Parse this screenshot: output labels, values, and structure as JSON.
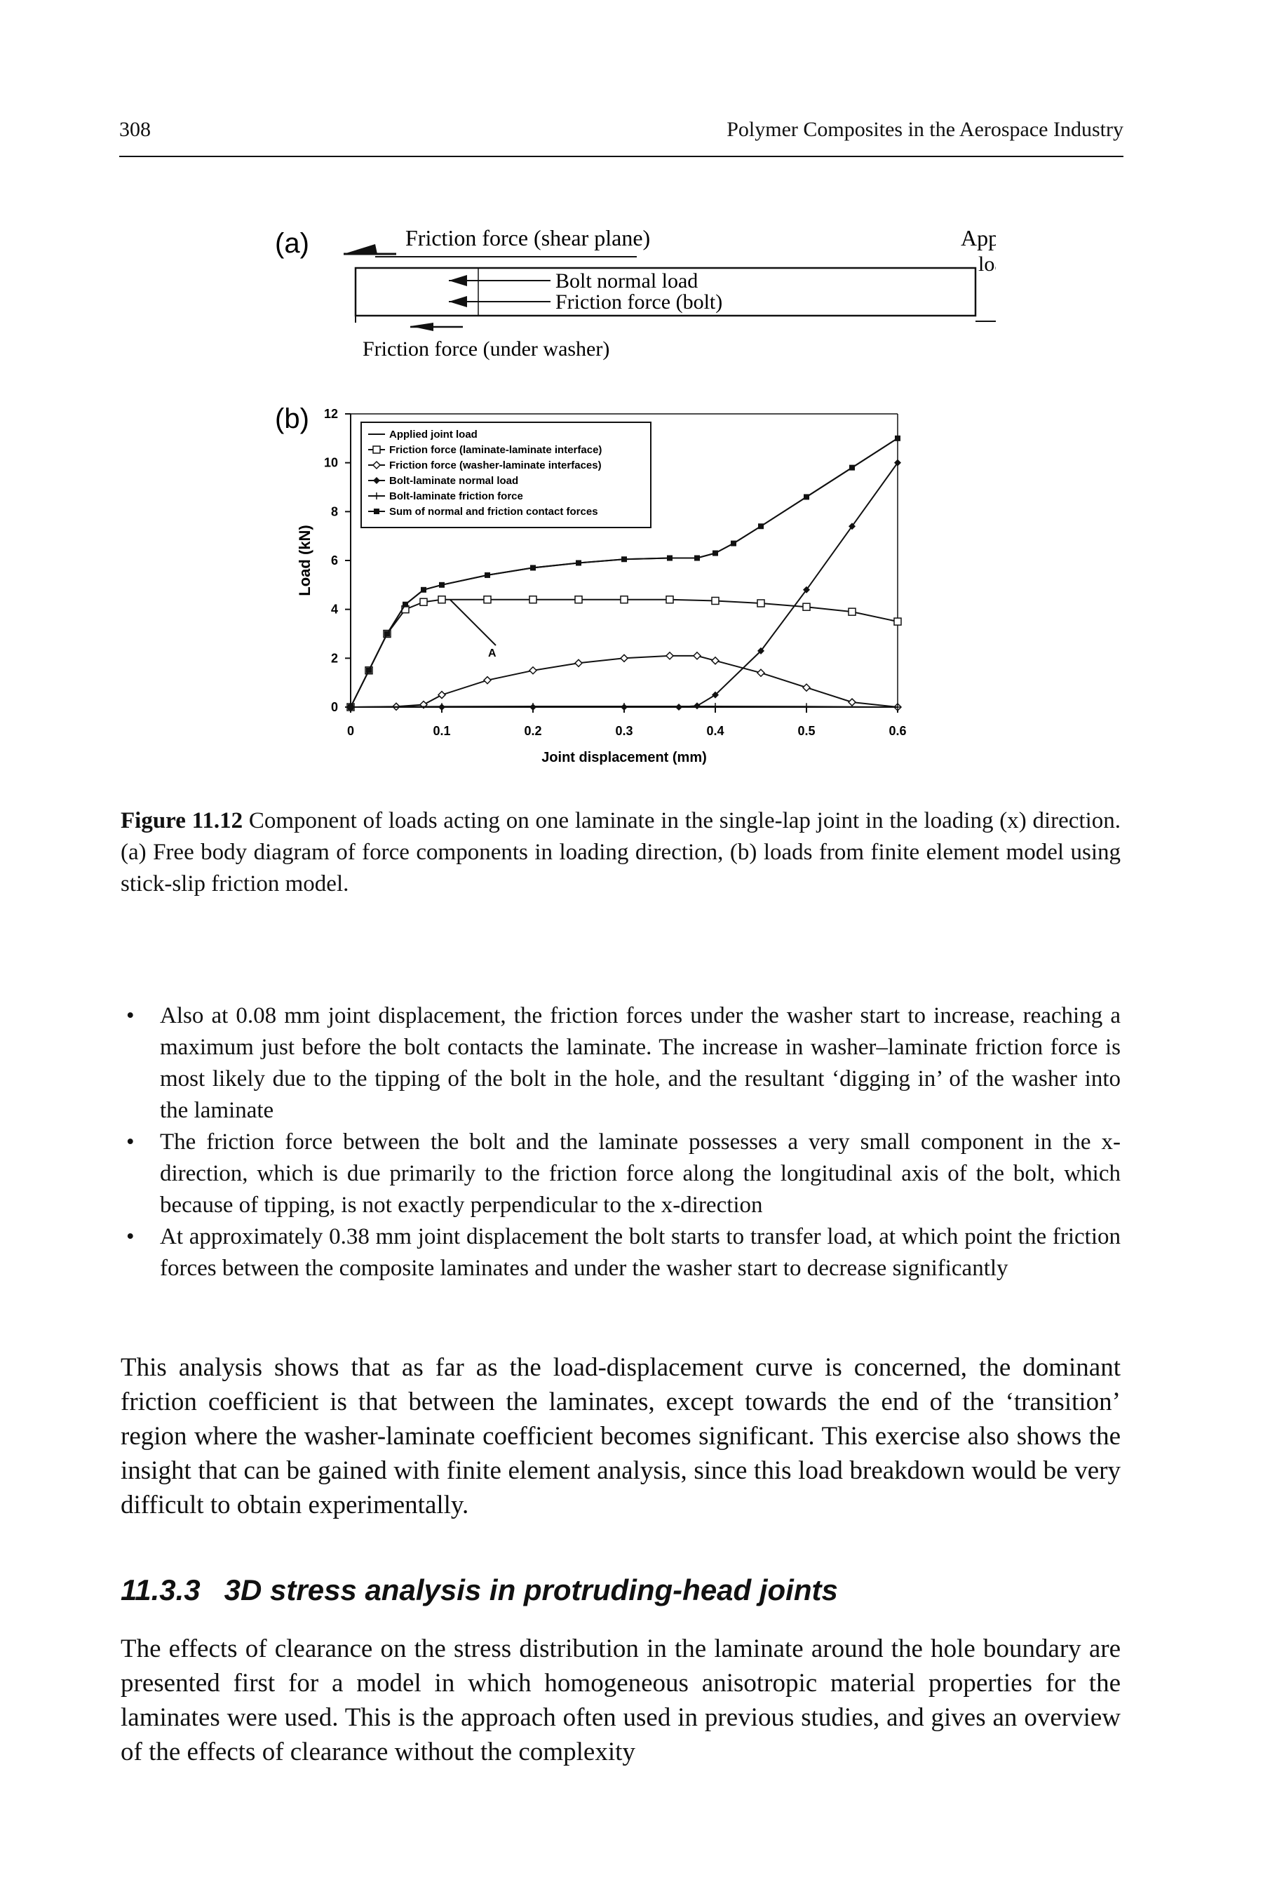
{
  "header": {
    "page_number": "308",
    "running_title": "Polymer Composites in the Aerospace Industry"
  },
  "figure": {
    "panel_a": {
      "label": "(a)",
      "friction_shear": "Friction force (shear plane)",
      "bolt_normal": "Bolt normal load",
      "friction_bolt": "Friction force (bolt)",
      "applied_line1": "Applied",
      "applied_line2": "load",
      "friction_washer": "Friction force (under washer)"
    },
    "panel_b": {
      "label": "(b)"
    },
    "annotation": "A"
  },
  "chart_data": {
    "type": "line",
    "xlabel": "Joint displacement (mm)",
    "ylabel": "Load (kN)",
    "xlim": [
      0,
      0.6
    ],
    "ylim": [
      0,
      12
    ],
    "x_ticks": [
      "0",
      "0.1",
      "0.2",
      "0.3",
      "0.4",
      "0.5",
      "0.6"
    ],
    "y_ticks": [
      "0",
      "2",
      "4",
      "6",
      "8",
      "10",
      "12"
    ],
    "legend_position": "top-left",
    "series": [
      {
        "name": "Applied joint load",
        "marker": "none",
        "x": [
          0,
          0.02,
          0.04,
          0.06,
          0.08,
          0.1,
          0.15,
          0.2,
          0.25,
          0.3,
          0.35,
          0.38,
          0.4,
          0.42,
          0.45,
          0.5,
          0.55,
          0.6
        ],
        "y": [
          0,
          1.5,
          3.0,
          4.2,
          4.8,
          5.0,
          5.4,
          5.7,
          5.9,
          6.05,
          6.1,
          6.1,
          6.3,
          6.7,
          7.4,
          8.6,
          9.8,
          11.0
        ]
      },
      {
        "name": "Friction force (laminate-laminate interface)",
        "marker": "open-square",
        "x": [
          0,
          0.02,
          0.04,
          0.06,
          0.08,
          0.1,
          0.15,
          0.2,
          0.25,
          0.3,
          0.35,
          0.4,
          0.45,
          0.5,
          0.55,
          0.6
        ],
        "y": [
          0,
          1.5,
          3.0,
          4.0,
          4.3,
          4.4,
          4.4,
          4.4,
          4.4,
          4.4,
          4.4,
          4.35,
          4.25,
          4.1,
          3.9,
          3.5
        ]
      },
      {
        "name": "Friction force (washer-laminate interfaces)",
        "marker": "open-diamond",
        "x": [
          0,
          0.05,
          0.08,
          0.1,
          0.15,
          0.2,
          0.25,
          0.3,
          0.35,
          0.38,
          0.4,
          0.45,
          0.5,
          0.55,
          0.6
        ],
        "y": [
          0,
          0.02,
          0.1,
          0.5,
          1.1,
          1.5,
          1.8,
          2.0,
          2.1,
          2.1,
          1.9,
          1.4,
          0.8,
          0.2,
          0.0
        ]
      },
      {
        "name": "Bolt-laminate normal load",
        "marker": "filled-diamond",
        "x": [
          0,
          0.1,
          0.2,
          0.3,
          0.36,
          0.38,
          0.4,
          0.45,
          0.5,
          0.55,
          0.6
        ],
        "y": [
          0,
          0,
          0,
          0,
          0,
          0.05,
          0.5,
          2.3,
          4.8,
          7.4,
          10.0
        ]
      },
      {
        "name": "Bolt-laminate friction force",
        "marker": "star",
        "x": [
          0,
          0.1,
          0.2,
          0.3,
          0.4,
          0.5,
          0.6
        ],
        "y": [
          0,
          0.02,
          0.03,
          0.03,
          0.03,
          0.02,
          0.0
        ]
      },
      {
        "name": "Sum of normal and friction contact forces",
        "marker": "filled-square",
        "x": [
          0,
          0.02,
          0.04,
          0.06,
          0.08,
          0.1,
          0.15,
          0.2,
          0.25,
          0.3,
          0.35,
          0.38,
          0.4,
          0.42,
          0.45,
          0.5,
          0.55,
          0.6
        ],
        "y": [
          0,
          1.5,
          3.0,
          4.2,
          4.8,
          5.0,
          5.4,
          5.7,
          5.9,
          6.05,
          6.1,
          6.1,
          6.3,
          6.7,
          7.4,
          8.6,
          9.8,
          11.0
        ]
      }
    ]
  },
  "caption": {
    "label": "Figure 11.12",
    "text": "Component of loads acting on one laminate in the single-lap joint in the loading (x) direction. (a) Free body diagram of force components in loading direction, (b) loads from finite element model using stick-slip friction model."
  },
  "bullets": [
    "Also at 0.08 mm joint displacement, the friction forces under the washer start to increase, reaching a maximum just before the bolt contacts the laminate. The increase in washer–laminate friction force is most likely due to the tipping of the bolt in the hole, and the resultant ‘digging in’ of the washer into the laminate",
    "The friction force between the bolt and the laminate possesses a very small component in the x-direction, which is due primarily to the friction force along the longitudinal axis of the bolt, which because of tipping, is not exactly perpendicular to the x-direction",
    "At approximately 0.38 mm joint displacement the bolt starts to transfer load, at which point the friction forces between the composite laminates and under the washer start to decrease significantly"
  ],
  "paragraph1": "This analysis shows that as far as the load-displacement curve is concerned, the dominant friction coefficient is that between the laminates, except towards the end of the ‘transition’ region where the washer-laminate coefficient becomes significant. This exercise also shows the insight that can be gained with finite element analysis, since this load breakdown would be very difficult to obtain experimentally.",
  "section": {
    "number": "11.3.3",
    "title": "3D stress analysis in protruding-head joints"
  },
  "paragraph2": "The effects of clearance on the stress distribution in the laminate around the hole boundary are presented first for a model in which homogeneous anisotropic material properties for the laminates were used. This is the approach often used in previous studies, and gives an overview of the effects of clearance without the complexity"
}
